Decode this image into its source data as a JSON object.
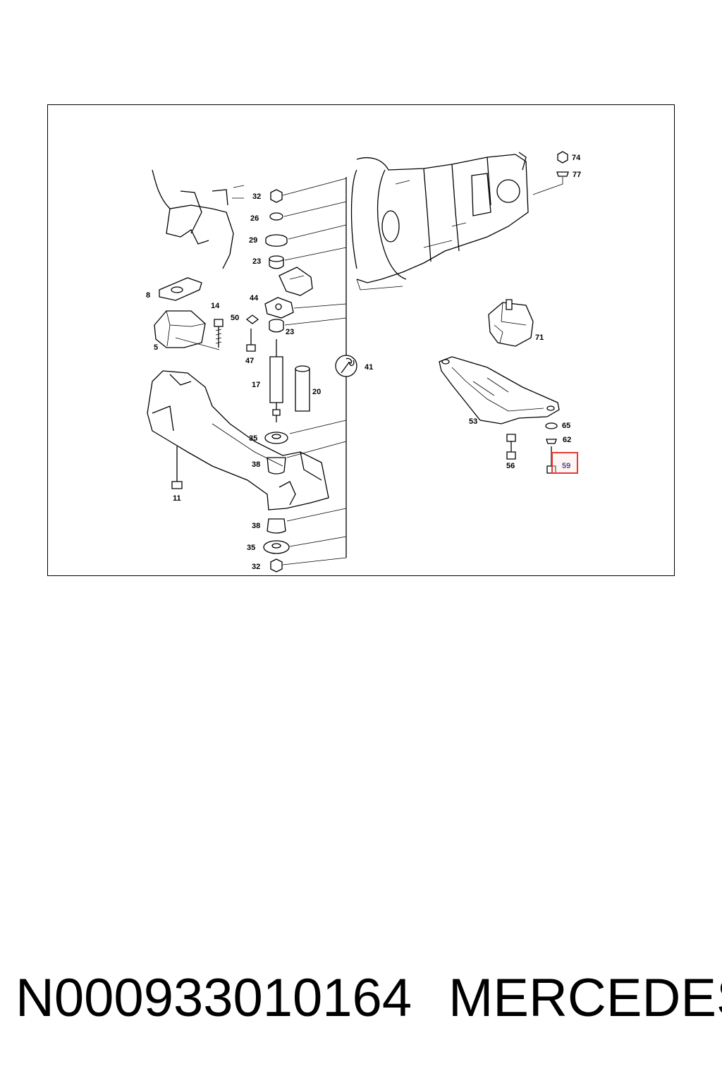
{
  "footer": {
    "part_number": "N000933010164",
    "brand": "MERCEDES"
  },
  "diagram": {
    "highlight_color": "#e53935",
    "callouts": [
      {
        "id": "c74",
        "text": "74"
      },
      {
        "id": "c77",
        "text": "77"
      },
      {
        "id": "c32a",
        "text": "32"
      },
      {
        "id": "c26",
        "text": "26"
      },
      {
        "id": "c29",
        "text": "29"
      },
      {
        "id": "c23a",
        "text": "23"
      },
      {
        "id": "c8",
        "text": "8"
      },
      {
        "id": "c44",
        "text": "44"
      },
      {
        "id": "c14",
        "text": "14"
      },
      {
        "id": "c50",
        "text": "50"
      },
      {
        "id": "c23b",
        "text": "23"
      },
      {
        "id": "c5",
        "text": "5"
      },
      {
        "id": "c47",
        "text": "47"
      },
      {
        "id": "c71",
        "text": "71"
      },
      {
        "id": "c41",
        "text": "41"
      },
      {
        "id": "c17",
        "text": "17"
      },
      {
        "id": "c20",
        "text": "20"
      },
      {
        "id": "c53",
        "text": "53"
      },
      {
        "id": "c65",
        "text": "65"
      },
      {
        "id": "c62",
        "text": "62"
      },
      {
        "id": "c35a",
        "text": "35"
      },
      {
        "id": "c56",
        "text": "56"
      },
      {
        "id": "c59",
        "text": "59"
      },
      {
        "id": "c38a",
        "text": "38"
      },
      {
        "id": "c11",
        "text": "11"
      },
      {
        "id": "c38b",
        "text": "38"
      },
      {
        "id": "c35b",
        "text": "35"
      },
      {
        "id": "c32b",
        "text": "32"
      }
    ]
  }
}
